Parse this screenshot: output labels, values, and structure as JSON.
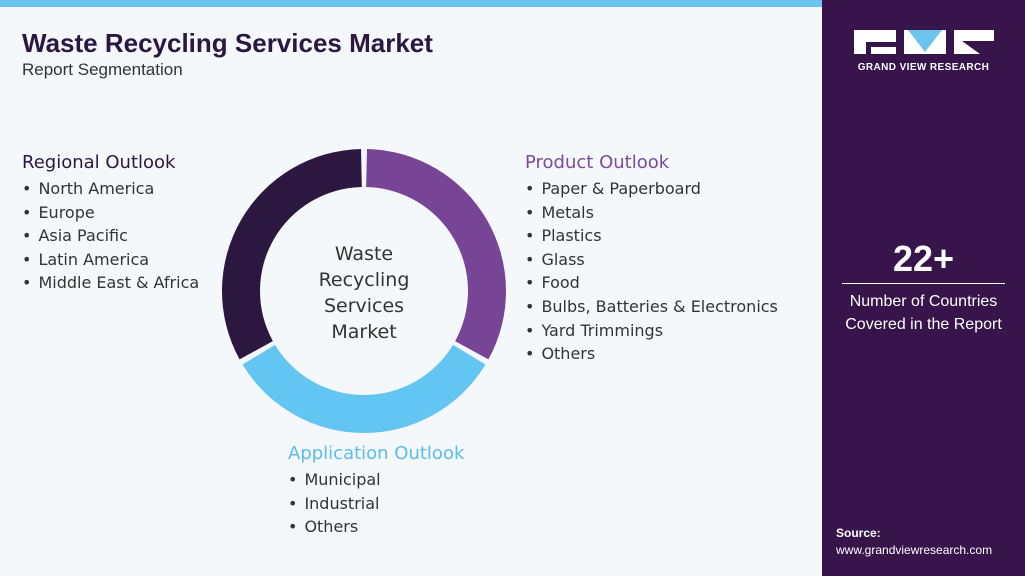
{
  "header": {
    "title": "Waste Recycling Services Market",
    "subtitle": "Report Segmentation"
  },
  "diagram": {
    "center_label": "Waste Recycling Services Market",
    "segments": [
      {
        "heading": "Regional Outlook",
        "color": "#2b1740",
        "items": [
          "North America",
          "Europe",
          "Asia Pacific",
          "Latin America",
          "Middle East & Africa"
        ]
      },
      {
        "heading": "Product Outlook",
        "color": "#7a4b9a",
        "items": [
          "Paper & Paperboard",
          "Metals",
          "Plastics",
          "Glass",
          "Food",
          "Bulbs, Batteries & Electronics",
          "Yard Trimmings",
          "Others"
        ]
      },
      {
        "heading": "Application Outlook",
        "color": "#5bbde9",
        "items": [
          "Municipal",
          "Industrial",
          "Others"
        ]
      }
    ]
  },
  "sidebar": {
    "brand": "GRAND VIEW RESEARCH",
    "stat_value": "22+",
    "stat_label": "Number of Countries Covered in the Report",
    "source_label": "Source:",
    "source_url": "www.grandviewresearch.com"
  },
  "colors": {
    "sidebar_bg": "#37144a",
    "accent_light_blue": "#6cc3ee",
    "arc_regional": "#2b1740",
    "arc_product": "#774496",
    "arc_application": "#63c5f1"
  }
}
